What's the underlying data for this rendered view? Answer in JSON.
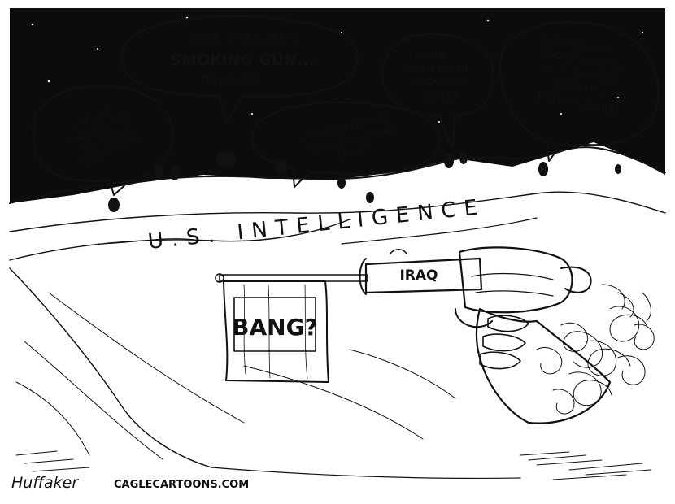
{
  "colors": {
    "ink": "#111111",
    "paper": "#ffffff",
    "sky": "#0c0c0c"
  },
  "bubbles": {
    "left": [
      "I'M NOT",
      "SHARING INFO",
      "WITH YOUR",
      "DEPARTMENT!"
    ],
    "center_top": "SURE LOOKS LIKE A",
    "center_bold": "SMOKING GUN...",
    "center_bottom": "PROBABLY...",
    "middle": [
      "IS THAT LETTERING?",
      "WISH I COULD READ",
      "ARABIC.!"
    ],
    "right_mid": [
      "I THINK",
      "HE MET WITH",
      "AL-QUAEDA",
      "ONCE!"
    ],
    "right": [
      "DON'T YA JUST",
      "KNOW HE'S BEEN",
      "UP TO NO GOOD",
      "THESE LAST",
      "ELEVEN YEARS!"
    ]
  },
  "landscape_label": "U.S. INTELLIGENCE",
  "gun": {
    "barrel_label": "IRAQ",
    "flag_label": "BANG?"
  },
  "signature": {
    "artist": "Huffaker",
    "site": "CAGLECARTOONS.COM"
  }
}
